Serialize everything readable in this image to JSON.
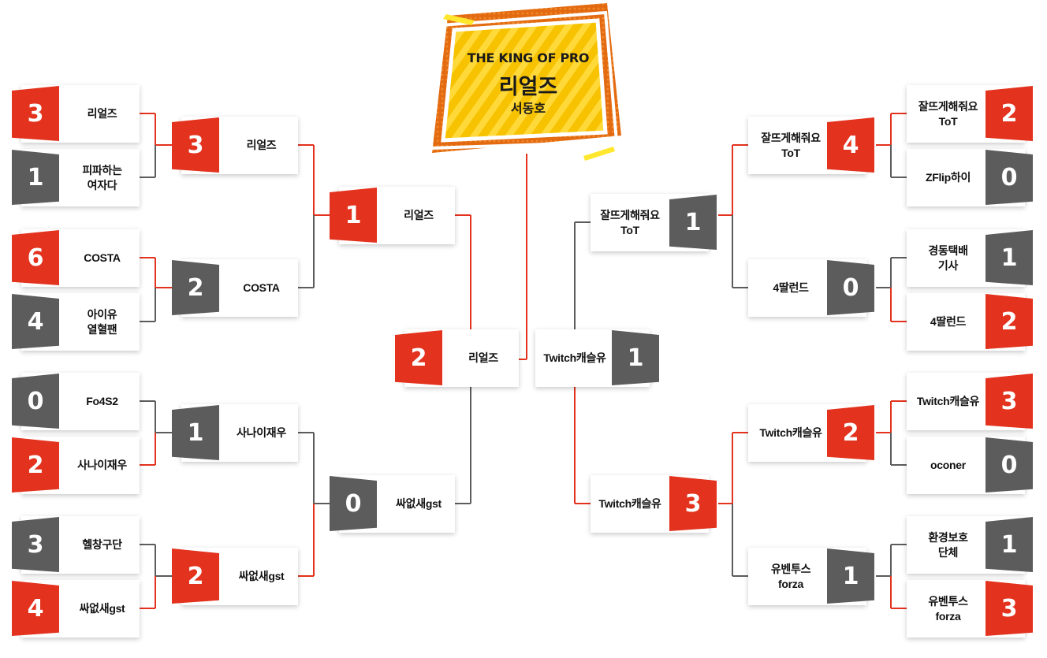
{
  "champion": {
    "kicker": "THE KING OF PRO",
    "team": "리얼즈",
    "player": "서동호",
    "colors": {
      "primary": "#f7c200",
      "dark": "#e36a10",
      "accent": "#ffe72e"
    }
  },
  "colors": {
    "win": "#e3321d",
    "loss": "#5c5c5c",
    "card": "#ffffff"
  },
  "bracket": {
    "left": {
      "round_of_16": [
        {
          "team": "리얼즈",
          "score": "3",
          "result": "win"
        },
        {
          "team": "피파하는\n여자다",
          "score": "1",
          "result": "loss"
        },
        {
          "team": "COSTA",
          "score": "6",
          "result": "win"
        },
        {
          "team": "아이유\n열혈팬",
          "score": "4",
          "result": "loss"
        },
        {
          "team": "Fo4S2",
          "score": "0",
          "result": "loss"
        },
        {
          "team": "사나이재우",
          "score": "2",
          "result": "win"
        },
        {
          "team": "헬창구단",
          "score": "3",
          "result": "loss"
        },
        {
          "team": "싸없새gst",
          "score": "4",
          "result": "win"
        }
      ],
      "quarterfinals": [
        {
          "team": "리얼즈",
          "score": "3",
          "result": "win"
        },
        {
          "team": "COSTA",
          "score": "2",
          "result": "loss"
        },
        {
          "team": "사나이재우",
          "score": "1",
          "result": "loss"
        },
        {
          "team": "싸없새gst",
          "score": "2",
          "result": "win"
        }
      ],
      "semifinals": [
        {
          "team": "리얼즈",
          "score": "1",
          "result": "win"
        },
        {
          "team": "싸없새gst",
          "score": "0",
          "result": "loss"
        }
      ],
      "final": {
        "team": "리얼즈",
        "score": "2",
        "result": "win"
      }
    },
    "right": {
      "round_of_16": [
        {
          "team": "잘뜨게해줘요\nToT",
          "score": "2",
          "result": "win"
        },
        {
          "team": "ZFlip하이",
          "score": "0",
          "result": "loss"
        },
        {
          "team": "경동택배\n기사",
          "score": "1",
          "result": "loss"
        },
        {
          "team": "4딸런드",
          "score": "2",
          "result": "win"
        },
        {
          "team": "Twitch캐슬유",
          "score": "3",
          "result": "win"
        },
        {
          "team": "oconer",
          "score": "0",
          "result": "loss"
        },
        {
          "team": "환경보호\n단체",
          "score": "1",
          "result": "loss"
        },
        {
          "team": "유벤투스\nforza",
          "score": "3",
          "result": "win"
        }
      ],
      "quarterfinals": [
        {
          "team": "잘뜨게해줘요\nToT",
          "score": "4",
          "result": "win"
        },
        {
          "team": "4딸런드",
          "score": "0",
          "result": "loss"
        },
        {
          "team": "Twitch캐슬유",
          "score": "2",
          "result": "win"
        },
        {
          "team": "유벤투스\nforza",
          "score": "1",
          "result": "loss"
        }
      ],
      "semifinals": [
        {
          "team": "잘뜨게해줘요\nToT",
          "score": "1",
          "result": "loss"
        },
        {
          "team": "Twitch캐슬유",
          "score": "3",
          "result": "win"
        }
      ],
      "final": {
        "team": "Twitch캐슬유",
        "score": "1",
        "result": "loss"
      }
    }
  }
}
